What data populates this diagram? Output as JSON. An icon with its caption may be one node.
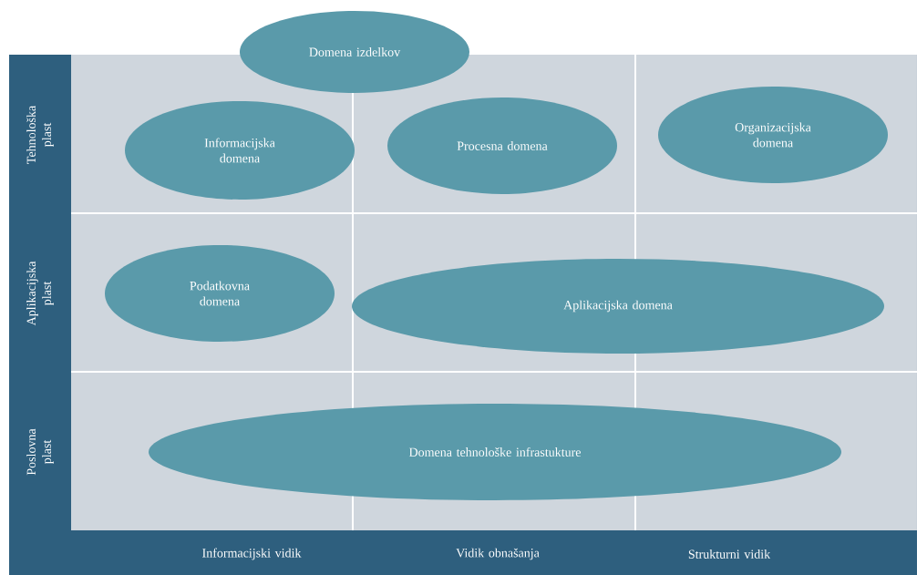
{
  "diagram": {
    "nodes": [
      {
        "text": [
          "Domena izdelkov"
        ]
      },
      {
        "text": [
          "Informacijska domena"
        ]
      },
      {
        "text": [
          "Procesna domena"
        ]
      },
      {
        "text": [
          "Organizacijska domena"
        ]
      },
      {
        "text": [
          "Podatkovna domena"
        ]
      },
      {
        "text": [
          "Aplikacijska domena"
        ]
      },
      {
        "text": [
          "Domena tehnološke infrastukture"
        ]
      }
    ],
    "labels": [
      "Tehnološka plast",
      "Aplikacijska plast",
      "Poslovna plast",
      "Informacijski vidik",
      "Vidik obnašanja",
      "Strukturni vidik"
    ]
  }
}
